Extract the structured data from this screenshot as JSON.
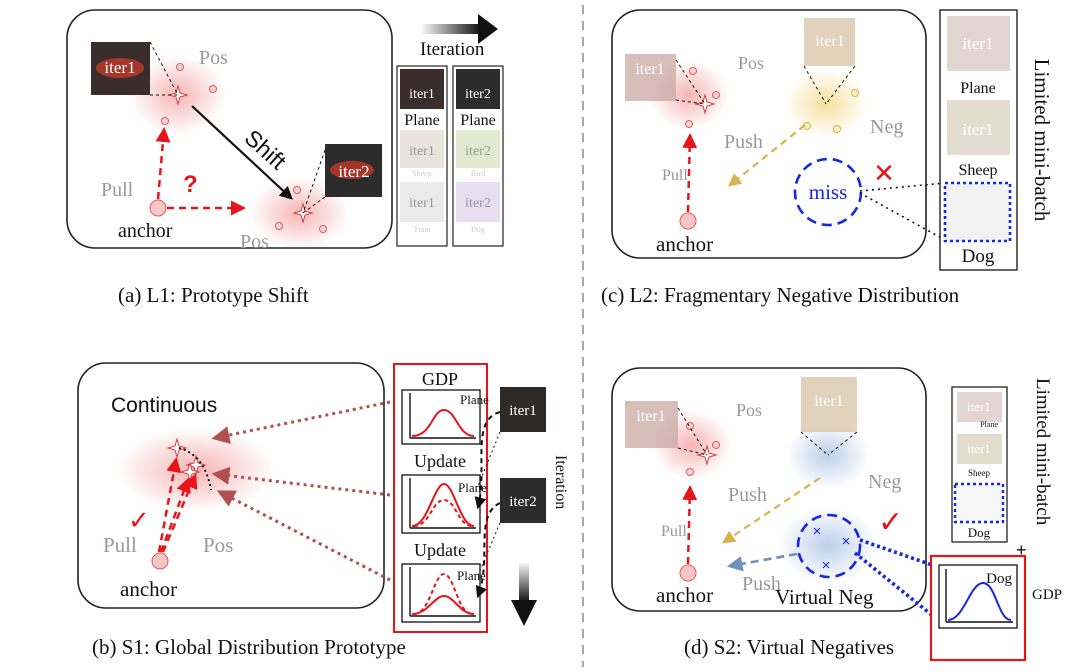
{
  "panel_a": {
    "caption": "(a) L1: Prototype Shift",
    "iteration_label": "Iteration",
    "pos_top": "Pos",
    "pos_bottom": "Pos",
    "pull": "Pull",
    "anchor": "anchor",
    "shift": "Shift",
    "question": "?",
    "iter1": "iter1",
    "iter2": "iter2",
    "col1": {
      "tag": "iter1",
      "items": [
        "Plane",
        "Sheep",
        "Train"
      ]
    },
    "col2": {
      "tag": "iter2",
      "items": [
        "Plane",
        "Bird",
        "Dog"
      ]
    }
  },
  "panel_b": {
    "caption": "(b) S1: Global Distribution Prototype",
    "continuous": "Continuous",
    "pull": "Pull",
    "pos": "Pos",
    "anchor": "anchor",
    "check": "✓",
    "gdp": "GDP",
    "plane": "Plane",
    "update": "Update",
    "iteration": "Iteration",
    "iter1": "iter1",
    "iter2": "iter2"
  },
  "panel_c": {
    "caption": "(c) L2: Fragmentary Negative Distribution",
    "pos": "Pos",
    "neg": "Neg",
    "push": "Push",
    "pull": "Pull",
    "anchor": "anchor",
    "miss": "miss",
    "cross": "✕",
    "iter1": "iter1",
    "batch_title": "Limited mini-batch",
    "batch_items": [
      "Plane",
      "Sheep",
      "Dog"
    ]
  },
  "panel_d": {
    "caption": "(d) S2: Virtual Negatives",
    "pos": "Pos",
    "neg": "Neg",
    "push_upper": "Push",
    "push_lower": "Push",
    "pull": "Pull",
    "anchor": "anchor",
    "virtual_neg": "Virtual Neg",
    "check": "✓",
    "iter1": "iter1",
    "batch_title": "Limited mini-batch",
    "batch_items": [
      "Plane",
      "Sheep",
      "Dog"
    ],
    "plus": "+",
    "gdp": "GDP",
    "dog": "Dog"
  },
  "colors": {
    "red": "#e8141c",
    "blue": "#1428e0",
    "gold": "#d9b350",
    "steel": "#6f8fbf",
    "brick": "#b05050",
    "gray": "#bbbbbb"
  }
}
